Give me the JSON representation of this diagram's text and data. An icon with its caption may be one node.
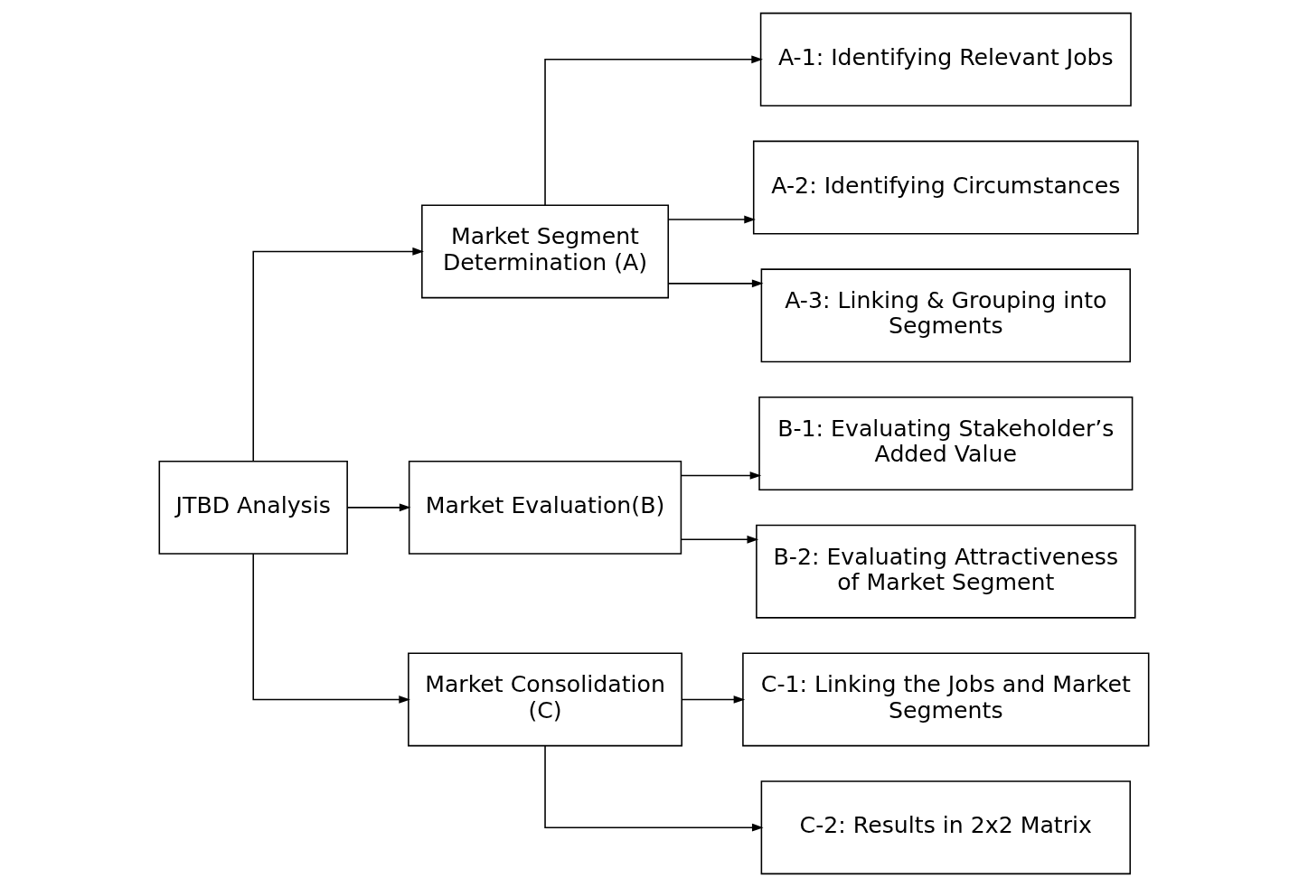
{
  "diagram": {
    "nodes": [
      {
        "text": [
          "JTBD Analysis"
        ]
      },
      {
        "text": [
          "Market Segment Determination (A)"
        ]
      },
      {
        "text": [
          "Market Evaluation(B)"
        ]
      },
      {
        "text": [
          "Market Consolidation (C)"
        ]
      },
      {
        "text": [
          "A-1: Identifying Relevant Jobs"
        ]
      },
      {
        "text": [
          "A-2: Identifying Circumstances"
        ]
      },
      {
        "text": [
          "A-3: Linking & Grouping into Segments"
        ]
      },
      {
        "text": [
          "B-1: Evaluating Stakeholder’s Added Value"
        ]
      },
      {
        "text": [
          "B-2: Evaluating Attractiveness of Market Segment"
        ]
      },
      {
        "text": [
          "C-1: Linking the Jobs and Market Segments"
        ]
      },
      {
        "text": [
          "C-2: Results in 2x2 Matrix"
        ]
      }
    ],
    "edges": [
      {
        "from": 0,
        "to": 1,
        "arrow": "to"
      },
      {
        "from": 0,
        "to": 2,
        "arrow": "to"
      },
      {
        "from": 0,
        "to": 3,
        "arrow": "to"
      },
      {
        "from": 1,
        "to": 4,
        "arrow": "to"
      },
      {
        "from": 1,
        "to": 5,
        "arrow": "to"
      },
      {
        "from": 1,
        "to": 6,
        "arrow": "to"
      },
      {
        "from": 2,
        "to": 7,
        "arrow": "to"
      },
      {
        "from": 2,
        "to": 8,
        "arrow": "to"
      },
      {
        "from": 3,
        "to": 9,
        "arrow": "to"
      },
      {
        "from": 3,
        "to": 10,
        "arrow": "to"
      }
    ]
  }
}
